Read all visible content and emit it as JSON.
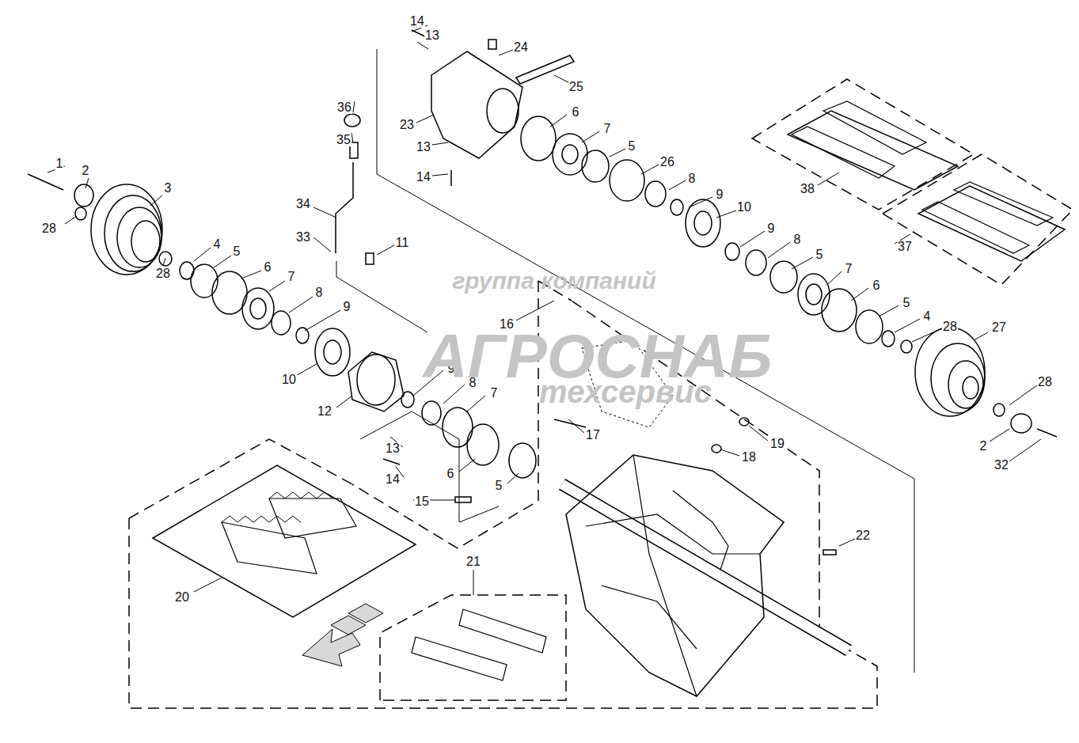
{
  "diagram": {
    "labels": [
      "1",
      "2",
      "3",
      "28",
      "28",
      "4",
      "5",
      "6",
      "7",
      "8",
      "9",
      "10",
      "11",
      "12",
      "33",
      "34",
      "35",
      "36",
      "13",
      "14",
      "15",
      "6",
      "5",
      "7",
      "8",
      "9",
      "16",
      "17",
      "18",
      "19",
      "20",
      "21",
      "22",
      "23",
      "24",
      "25",
      "13",
      "14",
      "13",
      "14",
      "6",
      "7",
      "5",
      "26",
      "8",
      "9",
      "10",
      "9",
      "8",
      "5",
      "7",
      "6",
      "5",
      "4",
      "28",
      "27",
      "28",
      "2",
      "32",
      "38",
      "37",
      "группа компаний",
      "АГРОСНАБ",
      "техсервис"
    ]
  }
}
